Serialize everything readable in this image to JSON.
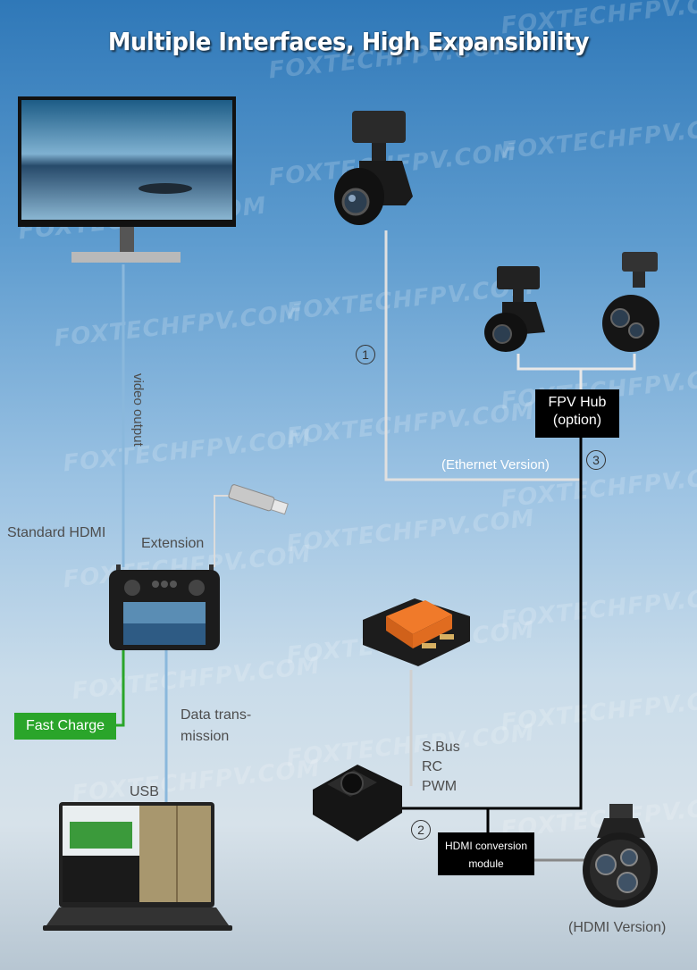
{
  "title": "Multiple Interfaces, High Expansibility",
  "watermark": "FOXTECHFPV.COM",
  "labels": {
    "video_output": "video output",
    "standard_hdmi": "Standard HDMI",
    "extension": "Extension",
    "fast_charge": "Fast Charge",
    "data_transmission_1": "Data trans-",
    "data_transmission_2": "mission",
    "usb": "USB",
    "ethernet_version": "(Ethernet Version)",
    "fpv_hub_1": "FPV Hub",
    "fpv_hub_2": "(option)",
    "sbus": "S.Bus",
    "rc": "RC",
    "pwm": "PWM",
    "hdmi_conversion_1": "HDMI conversion",
    "hdmi_conversion_2": "module",
    "hdmi_version": "(HDMI Version)",
    "num_1": "1",
    "num_2": "2",
    "num_3": "3"
  },
  "colors": {
    "green_line": "#2aa52a",
    "blue_line": "#8ab8dc",
    "gray_line": "#dcdcdc",
    "black_line": "#000000"
  },
  "icons": {
    "monitor": "monitor-icon",
    "usb_stick": "usb-stick-icon",
    "controller": "ground-controller-icon",
    "laptop": "laptop-icon",
    "camera_gimbal": "gimbal-camera-icon",
    "flight_controller": "flight-controller-icon",
    "hdmi_module": "hdmi-module-icon"
  }
}
